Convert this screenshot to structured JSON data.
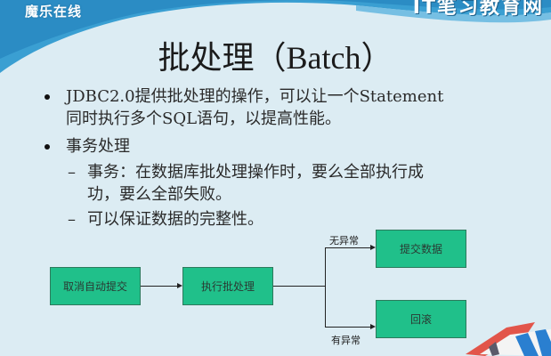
{
  "header": {
    "brand_left": "魔乐在线",
    "brand_right": "IT笔习教育网",
    "colors": {
      "banner_blue": "#3a9fd2",
      "banner_dark": "#1f79b4",
      "background": "#dcecf3"
    }
  },
  "slide": {
    "title": "批处理（Batch）",
    "bullets": [
      {
        "text": "JDBC2.0提供批处理的操作，可以让一个Statement同时执行多个SQL语句，以提高性能。",
        "line1": "JDBC2.0提供批处理的操作，可以让一个Statement",
        "line2": "同时执行多个SQL语句，以提高性能。"
      },
      {
        "text": "事务处理",
        "sub": [
          {
            "dash": "–",
            "line1": "事务：在数据库批处理操作时，要么全部执行成",
            "line2": "功，要么全部失败。"
          },
          {
            "dash": "–",
            "line1": "可以保证数据的完整性。"
          }
        ]
      }
    ]
  },
  "diagram": {
    "box_color": "#20c08a",
    "nodes": {
      "cancel_autocommit": "取消自动提交",
      "execute_batch": "执行批处理",
      "commit_data": "提交数据",
      "rollback": "回滚"
    },
    "edges": {
      "no_exception": "无异常",
      "has_exception": "有异常"
    }
  }
}
